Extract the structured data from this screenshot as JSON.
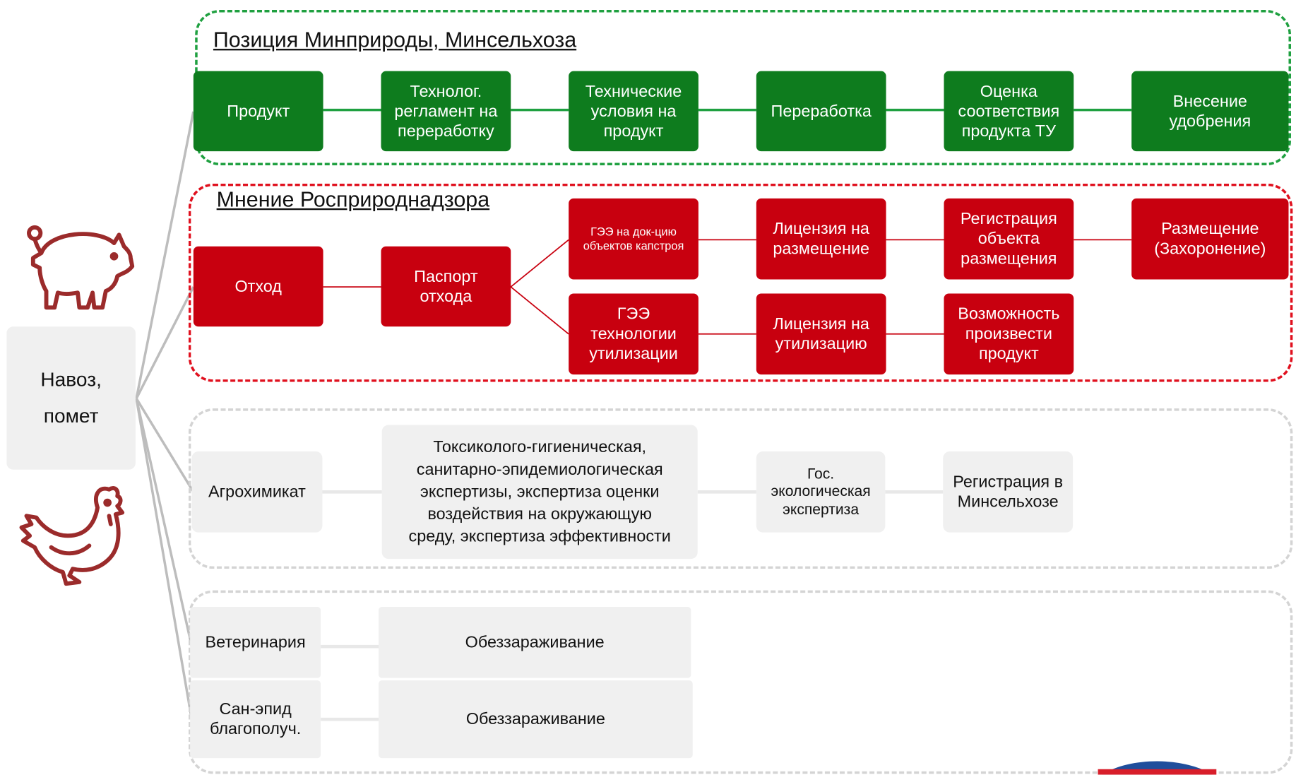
{
  "source": {
    "label": "Навоз,\nпомет",
    "icons": [
      "pig-icon",
      "chicken-icon"
    ]
  },
  "green_section": {
    "heading": "Позиция Минприроды, Минсельхоза",
    "steps": [
      "Продукт",
      "Технолог.\nрегламент на\nпереработку",
      "Технические\nусловия на\nпродукт",
      "Переработка",
      "Оценка\nсоответствия\nпродукта ТУ",
      "Внесение\nудобрения"
    ]
  },
  "red_section": {
    "heading": "Мнение Росприроднадзора",
    "waste": "Отход",
    "passport": "Паспорт\nотхода",
    "branch_top": [
      "ГЭЭ на док-цию\nобъектов капстроя",
      "Лицензия на\nразмещение",
      "Регистрация\nобъекта\nразмещения",
      "Размещение\n(Захоронение)"
    ],
    "branch_bottom": [
      "ГЭЭ\nтехнологии\nутилизации",
      "Лицензия на\nутилизацию",
      "Возможность\nпроизвести\nпродукт"
    ]
  },
  "agro_section": {
    "steps": [
      "Агрохимикат",
      "Токсиколого-гигиеническая,\nсанитарно-эпидемиологическая\nэкспертизы, экспертиза оценки\nвоздействия на окружающую\nсреду, экспертиза эффективности",
      "Гос.\nэкологическая\nэкспертиза",
      "Регистрация в\nМинсельхозе"
    ]
  },
  "vet_section": {
    "rows": [
      {
        "label": "Ветеринария",
        "action": "Обеззараживание"
      },
      {
        "label": "Сан-эпид\nблагополуч.",
        "action": "Обеззараживание"
      }
    ]
  },
  "colors": {
    "green": "#0e7c1e",
    "green_frame": "#1fa040",
    "red": "#c8000f",
    "red_frame": "#e0101e",
    "grey_box": "#f0f0f0",
    "grey_frame": "#cfcfcf",
    "icon": "#9b2b2b"
  }
}
